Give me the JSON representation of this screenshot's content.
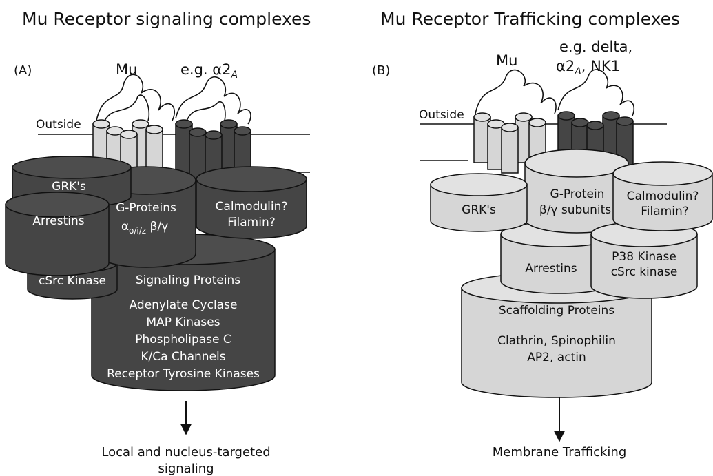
{
  "panel_a": {
    "heading": "Mu Receptor signaling complexes",
    "tag": "(A)",
    "receptor_left": "Mu",
    "receptor_right_prefix": "e.g. α2",
    "receptor_right_sub": "A",
    "outside": "Outside",
    "grk": "GRK's",
    "gproteins_line1": "G-Proteins",
    "gproteins_alpha": "α",
    "gproteins_sub": "o/i/z",
    "gproteins_beta": " β/γ",
    "calmodulin_line1": "Calmodulin?",
    "calmodulin_line2": "Filamin?",
    "arrestins": "Arrestins",
    "csrc": "cSrc Kinase",
    "signaling_title": "Signaling Proteins",
    "signaling_items": [
      "Adenylate Cyclase",
      "MAP Kinases",
      "Phospholipase C",
      "K/Ca Channels",
      "Receptor Tyrosine Kinases"
    ],
    "outcome_line1": "Local and nucleus-targeted",
    "outcome_line2": "signaling"
  },
  "panel_b": {
    "heading": "Mu Receptor Trafficking complexes",
    "tag": "(B)",
    "receptor_left": "Mu",
    "receptor_right_line1": "e.g. delta,",
    "receptor_right_prefix": "α2",
    "receptor_right_sub": "A",
    "receptor_right_suffix": ", NK1",
    "outside": "Outside",
    "grk": "GRK's",
    "gprotein_line1": "G-Protein",
    "gprotein_line2": "β/γ subunits",
    "calmodulin_line1": "Calmodulin?",
    "calmodulin_line2": "Filamin?",
    "arrestins": "Arrestins",
    "p38_line1": "P38 Kinase",
    "p38_line2": "cSrc kinase",
    "scaffold_title": "Scaffolding Proteins",
    "scaffold_line1": "Clathrin, Spinophilin",
    "scaffold_line2": "AP2, actin",
    "outcome": "Membrane Trafficking"
  }
}
